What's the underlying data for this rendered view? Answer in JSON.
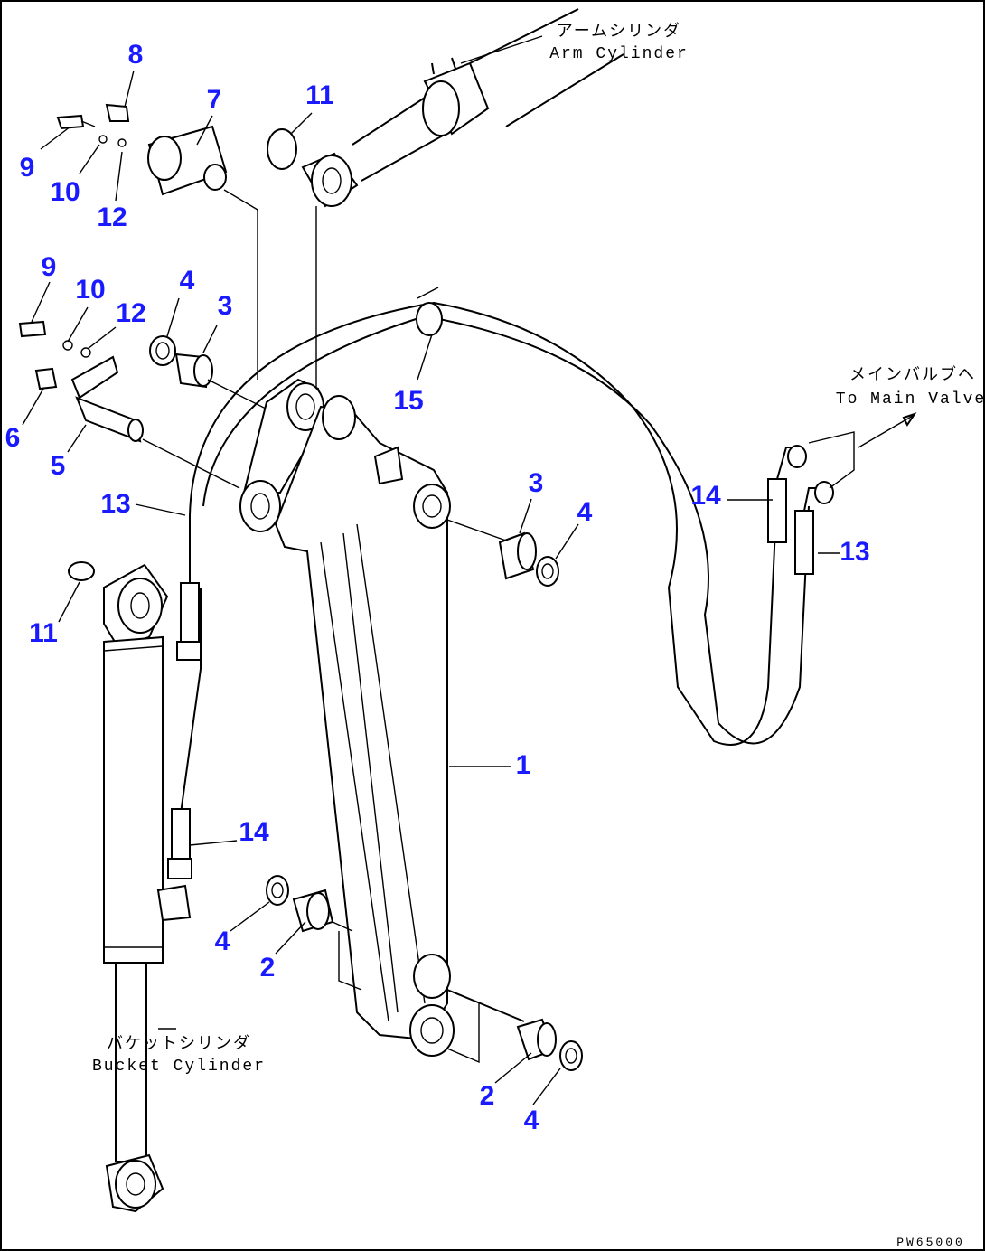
{
  "diagram": {
    "drawing_code": "PW65000",
    "captions": {
      "arm_cylinder_jp": "アームシリンダ",
      "arm_cylinder_en": "Arm Cylinder",
      "main_valve_jp": "メインバルブへ",
      "main_valve_en": "To Main Valve",
      "bucket_cylinder_jp": "バケットシリンダ",
      "bucket_cylinder_en": "Bucket Cylinder"
    },
    "callouts": [
      "8",
      "7",
      "11",
      "9",
      "10",
      "12",
      "9",
      "10",
      "12",
      "4",
      "3",
      "15",
      "6",
      "5",
      "13",
      "3",
      "4",
      "14",
      "13",
      "11",
      "1",
      "14",
      "4",
      "2",
      "2",
      "4"
    ]
  },
  "colors": {
    "callout": "#1a1aff",
    "line": "#000000",
    "background": "#ffffff"
  }
}
